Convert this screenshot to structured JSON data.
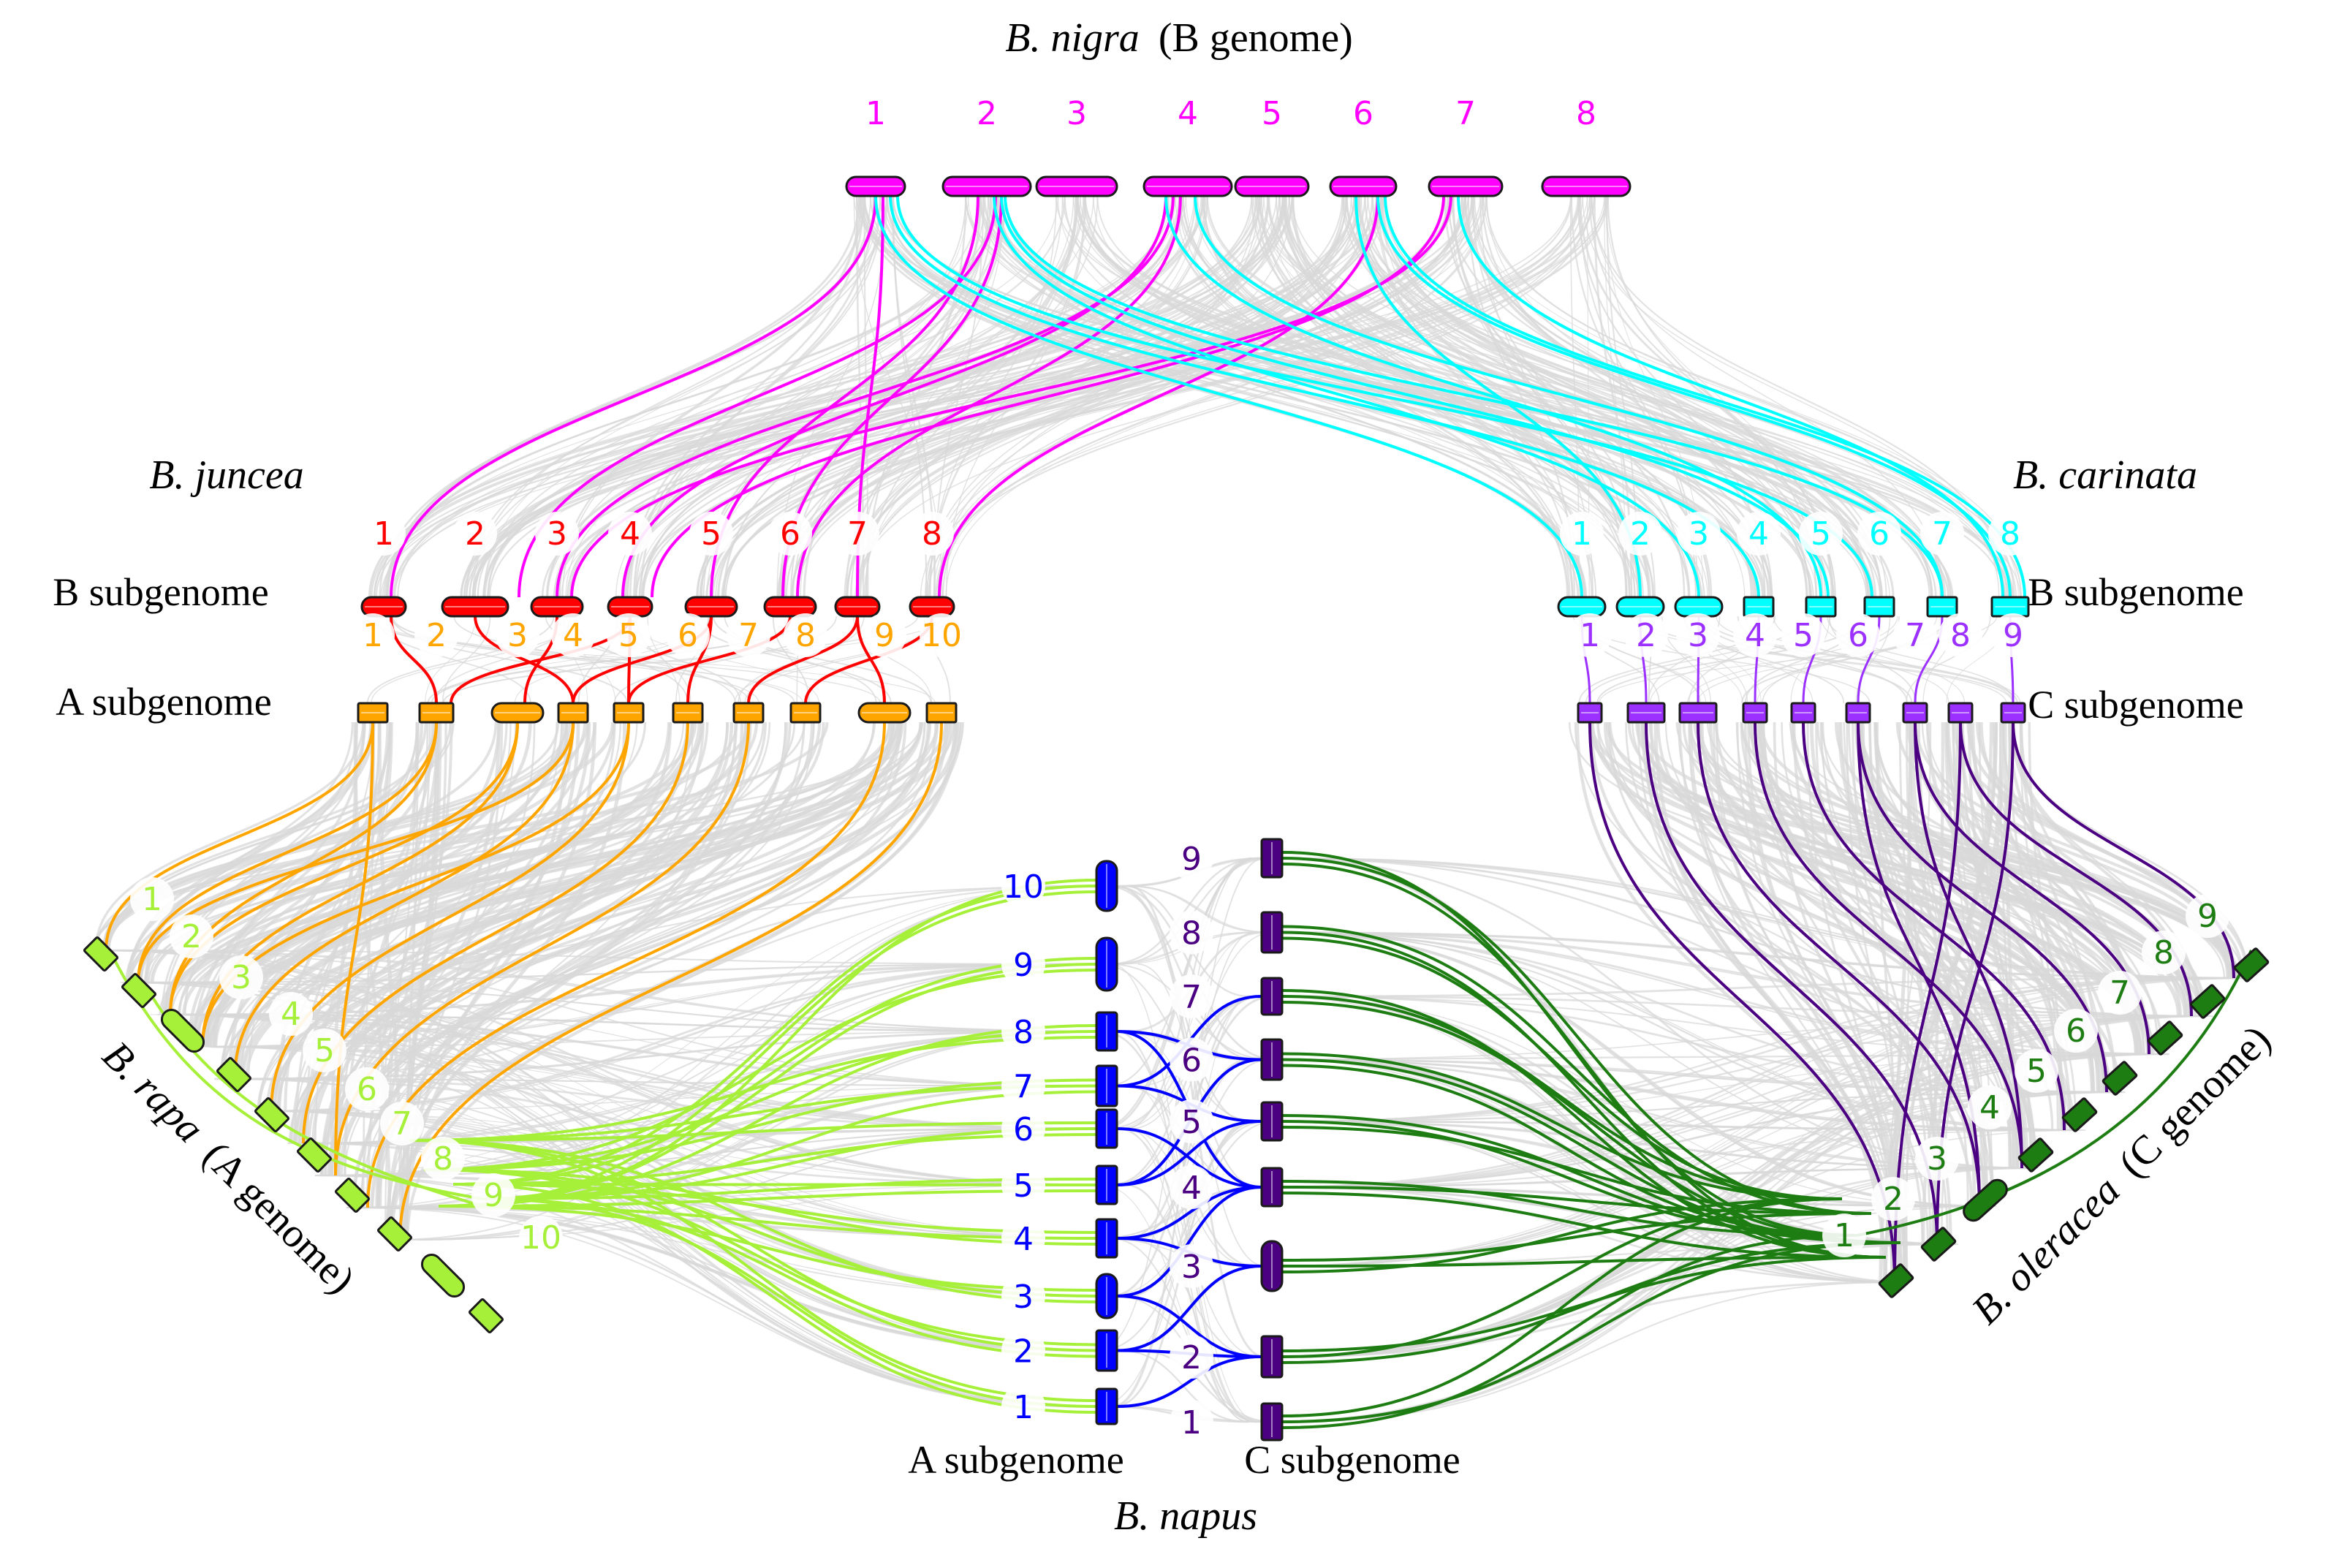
{
  "colors": {
    "nigra": "#ff00ff",
    "juncea_b": "#ff0000",
    "juncea_a": "#ffa500",
    "carinata_b": "#00ffff",
    "carinata_c": "#9b30ff",
    "rapa": "#a6f03a",
    "oleracea": "#1e7d12",
    "napus_a": "#0000ff",
    "napus_c": "#4b0082",
    "grey_links": "#d8d8d8",
    "outline": "#1a1a1a"
  },
  "titles": {
    "nigra_species": "B. nigra",
    "nigra_genome": "(B genome)",
    "juncea_species": "B. juncea",
    "carinata_species": "B. carinata",
    "rapa_species": "B. rapa",
    "rapa_genome": "(A genome)",
    "oleracea_species": "B. oleracea",
    "oleracea_genome": "(C genome)",
    "napus_species": "B. napus"
  },
  "row_labels": {
    "juncea_b": "B subgenome",
    "juncea_a": "A subgenome",
    "carinata_b": "B subgenome",
    "carinata_c": "C subgenome",
    "napus_a": "A subgenome",
    "napus_c": "C subgenome"
  },
  "chromosomes": {
    "nigra": [
      "1",
      "2",
      "3",
      "4",
      "5",
      "6",
      "7",
      "8"
    ],
    "juncea_b": [
      "1",
      "2",
      "3",
      "4",
      "5",
      "6",
      "7",
      "8"
    ],
    "juncea_a": [
      "1",
      "2",
      "3",
      "4",
      "5",
      "6",
      "7",
      "8",
      "9",
      "10"
    ],
    "carinata_b": [
      "1",
      "2",
      "3",
      "4",
      "5",
      "6",
      "7",
      "8"
    ],
    "carinata_c": [
      "1",
      "2",
      "3",
      "4",
      "5",
      "6",
      "7",
      "8",
      "9"
    ],
    "rapa": [
      "1",
      "2",
      "3",
      "4",
      "5",
      "6",
      "7",
      "8",
      "9",
      "10"
    ],
    "oleracea": [
      "1",
      "2",
      "3",
      "4",
      "5",
      "6",
      "7",
      "8",
      "9"
    ],
    "napus_a": [
      "10",
      "9",
      "8",
      "7",
      "6",
      "5",
      "4",
      "3",
      "2",
      "1"
    ],
    "napus_c": [
      "9",
      "8",
      "7",
      "6",
      "5",
      "4",
      "3",
      "2",
      "1"
    ]
  }
}
